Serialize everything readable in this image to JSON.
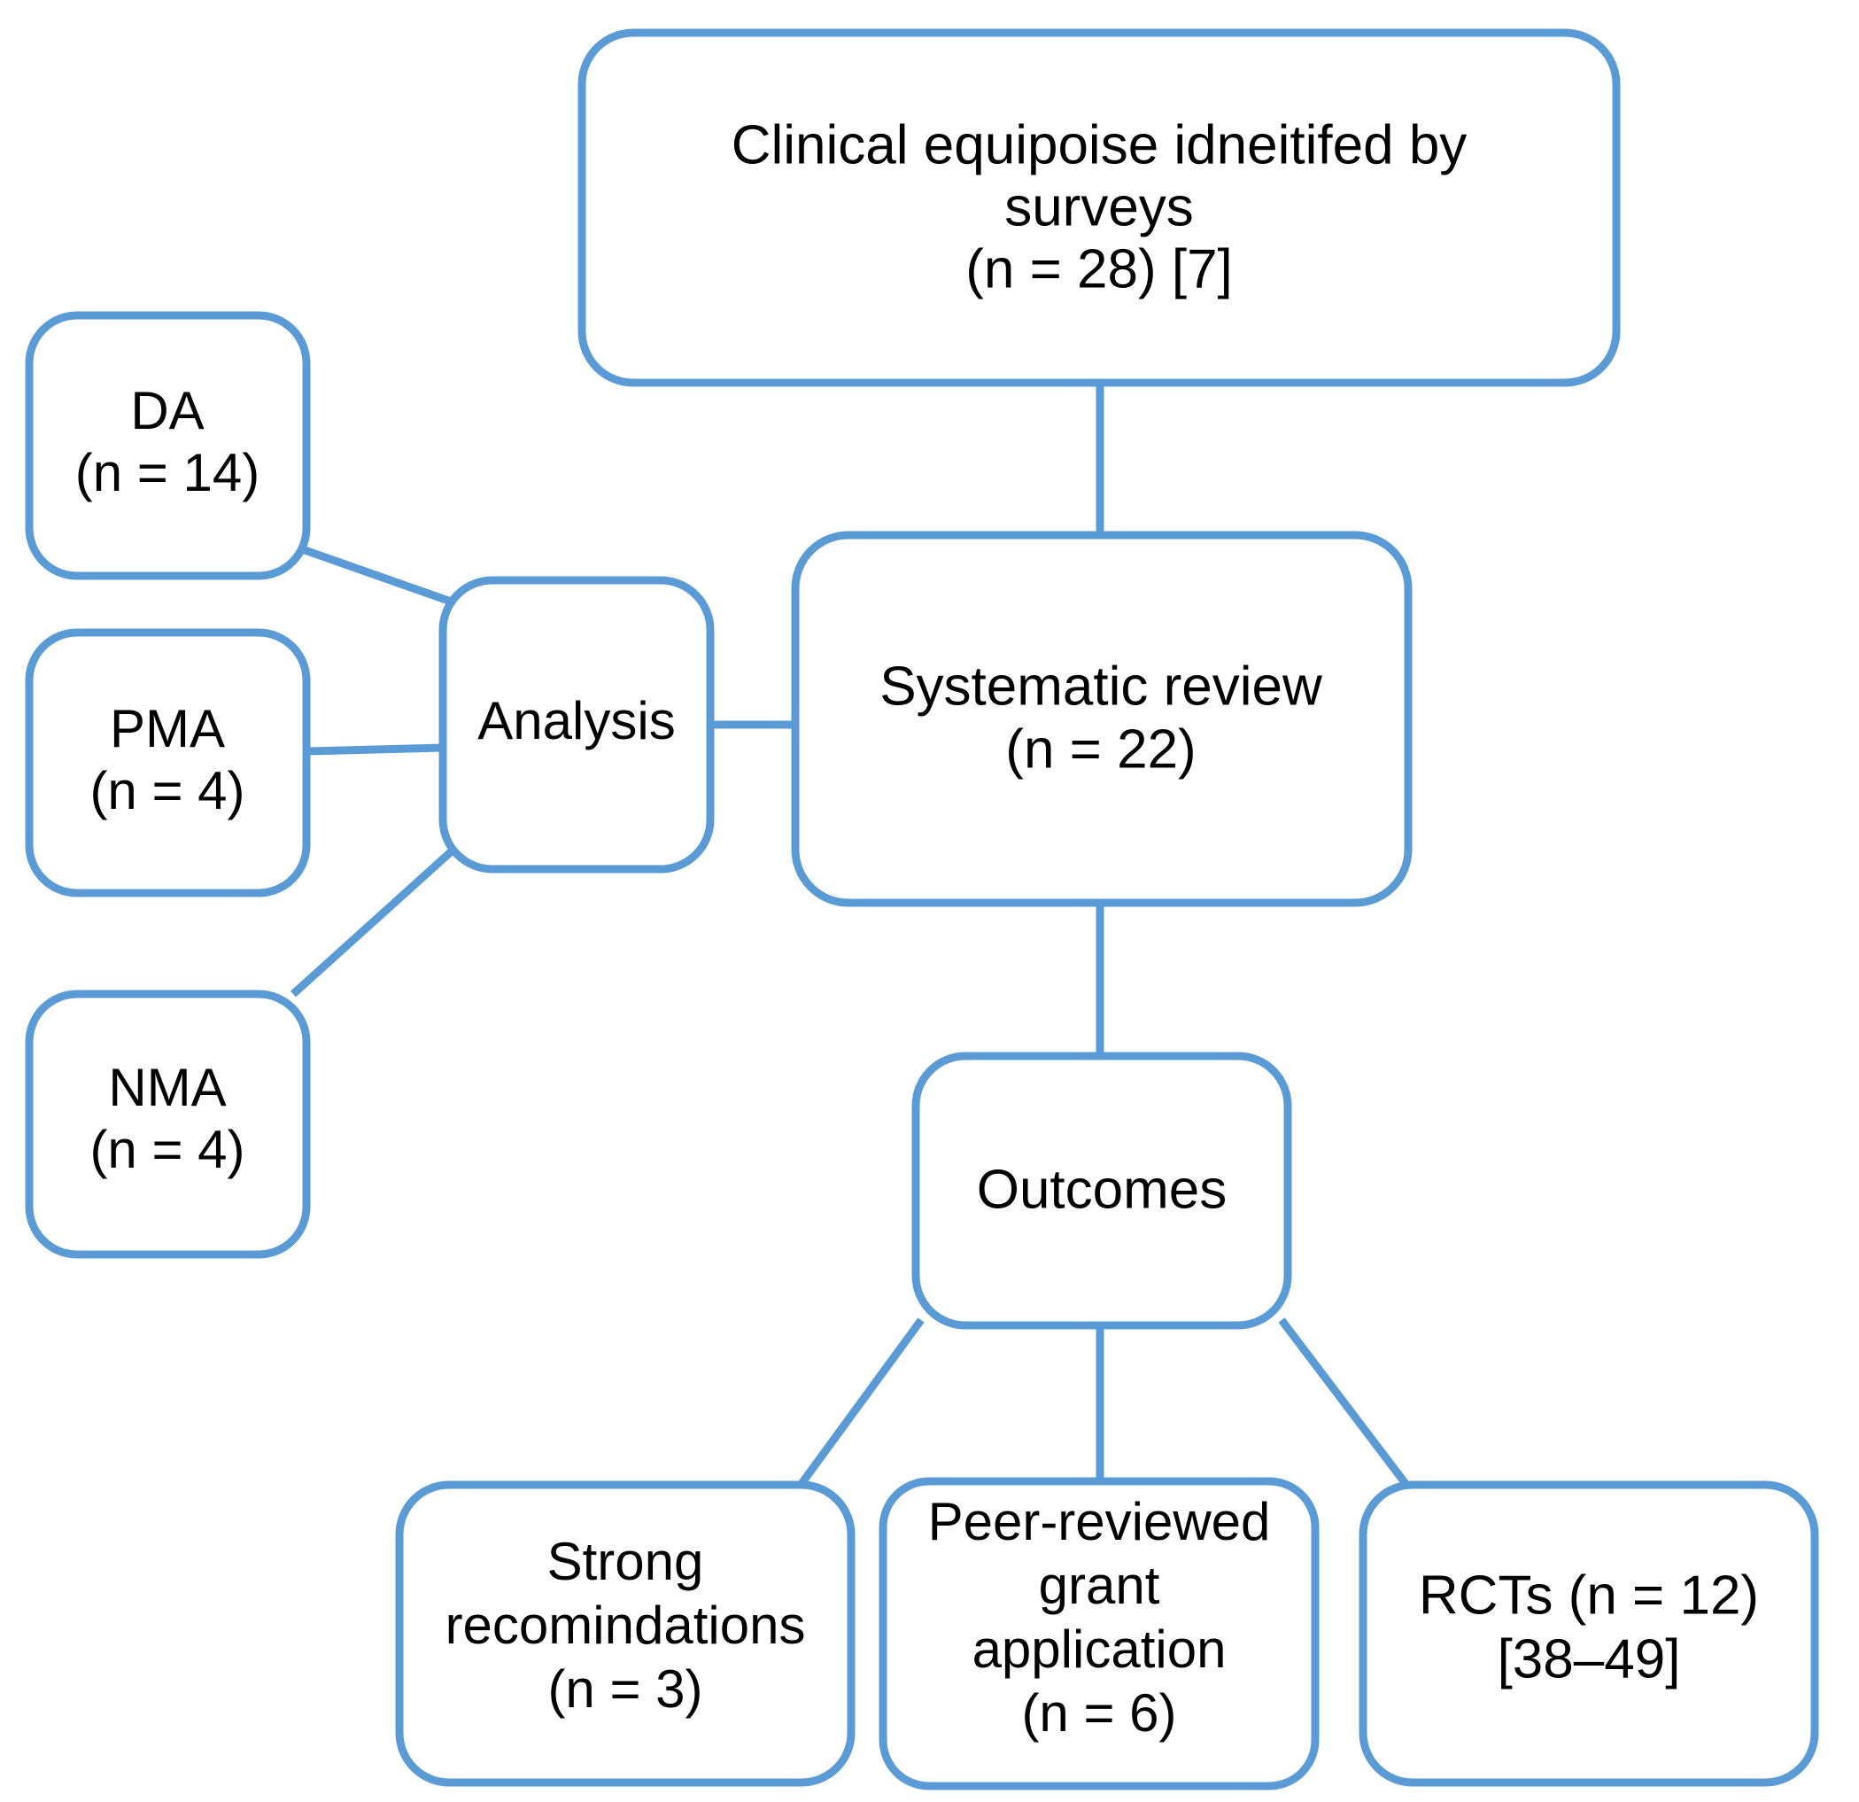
{
  "diagram": {
    "title": "Clinical equipoise research flow",
    "accent_color": "#5B9BD5",
    "box_fill": "#ffffff",
    "text_color": "#000000",
    "nodes": [
      {
        "id": "equipoise",
        "lines": [
          "Clinical equipoise idneitifed by",
          "surveys",
          "(n = 28) [7]"
        ]
      },
      {
        "id": "da",
        "lines": [
          "DA",
          "(n = 14)"
        ]
      },
      {
        "id": "pma",
        "lines": [
          "PMA",
          "(n = 4)"
        ]
      },
      {
        "id": "nma",
        "lines": [
          "NMA",
          "(n = 4)"
        ]
      },
      {
        "id": "analysis",
        "lines": [
          "Analysis"
        ]
      },
      {
        "id": "systematic_review",
        "lines": [
          "Systematic review",
          "(n = 22)"
        ]
      },
      {
        "id": "outcomes",
        "lines": [
          "Outcomes"
        ]
      },
      {
        "id": "strong_recommendations",
        "lines": [
          "Strong",
          "recomindations",
          "(n = 3)"
        ]
      },
      {
        "id": "grant_application",
        "lines": [
          "Peer-reviewed",
          "grant",
          "application",
          "(n = 6)"
        ]
      },
      {
        "id": "rcts",
        "lines": [
          "RCTs (n = 12)",
          "[38–49]"
        ]
      }
    ],
    "edges": [
      {
        "from": "equipoise",
        "to": "systematic_review",
        "kind": "vertical"
      },
      {
        "from": "da",
        "to": "analysis",
        "kind": "diagonal"
      },
      {
        "from": "pma",
        "to": "analysis",
        "kind": "horizontal"
      },
      {
        "from": "nma",
        "to": "analysis",
        "kind": "diagonal"
      },
      {
        "from": "analysis",
        "to": "systematic_review",
        "kind": "horizontal"
      },
      {
        "from": "systematic_review",
        "to": "outcomes",
        "kind": "vertical"
      },
      {
        "from": "outcomes",
        "to": "strong_recommendations",
        "kind": "diagonal"
      },
      {
        "from": "outcomes",
        "to": "grant_application",
        "kind": "vertical"
      },
      {
        "from": "outcomes",
        "to": "rcts",
        "kind": "diagonal"
      }
    ]
  }
}
